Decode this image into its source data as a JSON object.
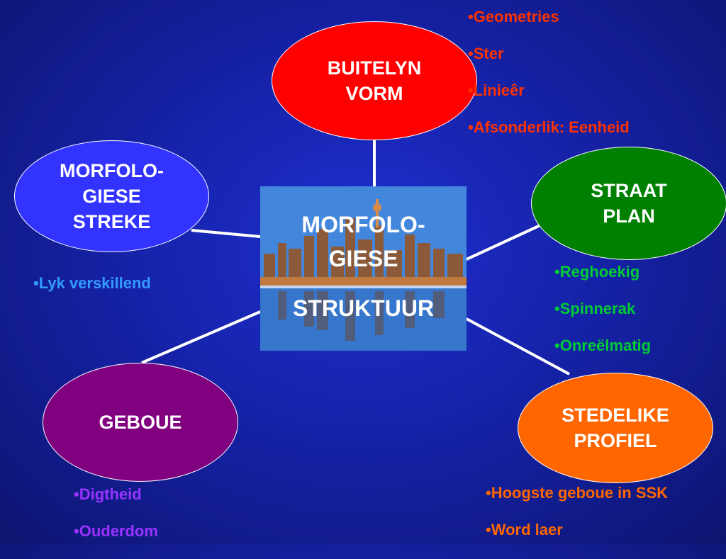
{
  "center": {
    "line1": "MORFOLO-",
    "line2": "GIESE",
    "line3": "STRUKTUUR"
  },
  "nodes": {
    "buitelyn_vorm": {
      "label": "BUITELYN\nVORM",
      "color": "#ff0000"
    },
    "morfologiese_streke": {
      "label": "MORFOLO-\nGIESE\nSTREKE",
      "color": "#3333ff"
    },
    "straat_plan": {
      "label": "STRAAT\nPLAN",
      "color": "#008000"
    },
    "geboue": {
      "label": "GEBOUE",
      "color": "#800080"
    },
    "stedelike_profiel": {
      "label": "STEDELIKE\nPROFIEL",
      "color": "#ff6600"
    }
  },
  "bullets": {
    "buitelyn_vorm": {
      "color": "#ff3300",
      "items": [
        "Geometries",
        "Ster",
        "Linieêr",
        "Afsonderlik: Eenheid"
      ]
    },
    "morfologiese_streke": {
      "color": "#3399ff",
      "items": [
        "Lyk verskillend"
      ]
    },
    "straat_plan": {
      "color": "#00cc33",
      "items": [
        "Reghoekig",
        "Spinnerak",
        "Onreëlmatig"
      ]
    },
    "geboue": {
      "color": "#9933ff",
      "items": [
        "Digtheid",
        "Ouderdom"
      ]
    },
    "stedelike_profiel": {
      "color": "#ff6600",
      "items": [
        "Hoogste geboue in SSK",
        "Word laer"
      ]
    }
  },
  "colors": {
    "background": "#1a28c0",
    "connector": "#ffffff",
    "text_on_node": "#ffffff"
  },
  "icons": [
    "city-skyline-clipart"
  ]
}
